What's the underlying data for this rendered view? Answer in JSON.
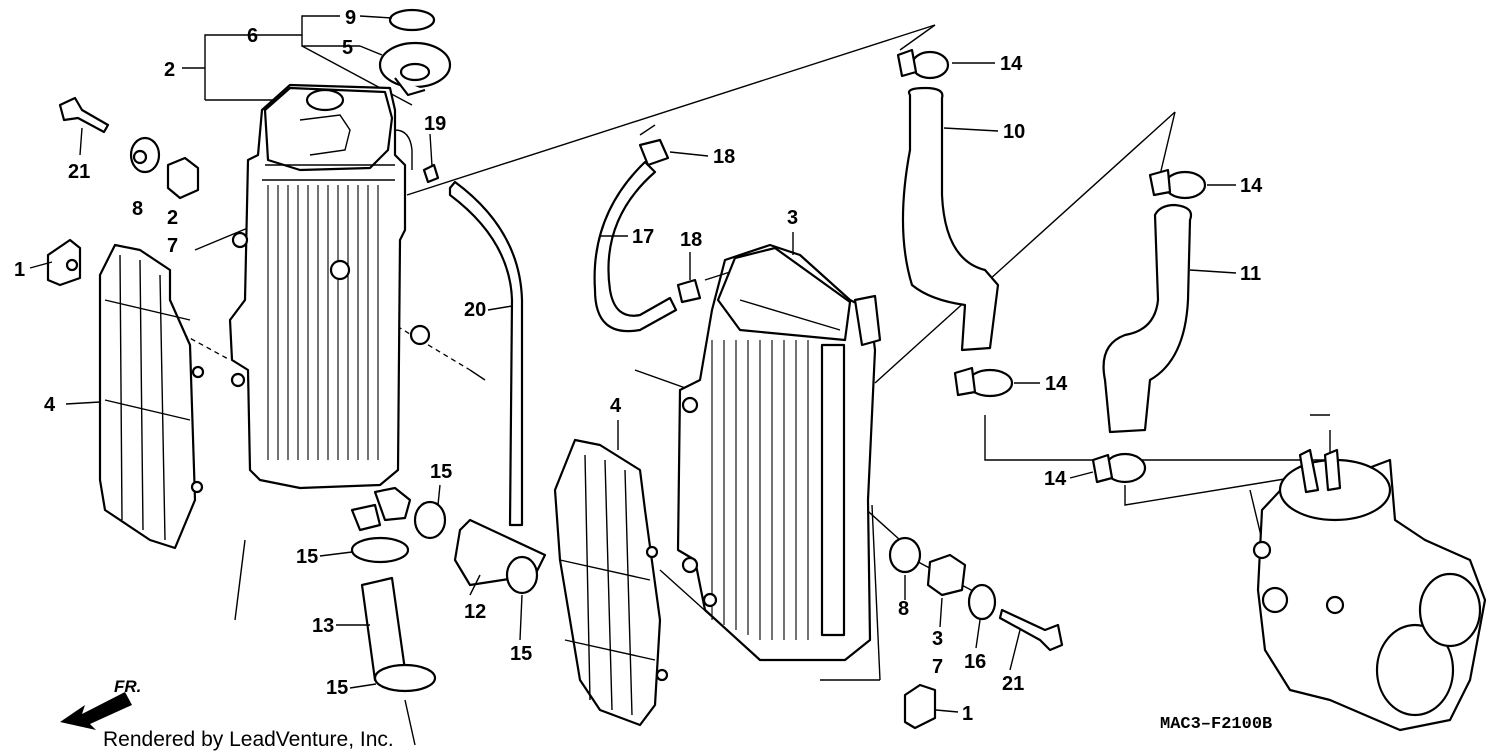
{
  "diagram": {
    "caption": "Rendered by LeadVenture, Inc.",
    "code": "MAC3–F2100B",
    "front_marker": "FR.",
    "labels": {
      "l1a": "1",
      "l1b": "1",
      "l2a": "2",
      "l2b": "2",
      "l3a": "3",
      "l3b": "3",
      "l4a": "4",
      "l4b": "4",
      "l5": "5",
      "l6": "6",
      "l7a": "7",
      "l7b": "7",
      "l8a": "8",
      "l8b": "8",
      "l9": "9",
      "l10": "10",
      "l11": "11",
      "l12": "12",
      "l13": "13",
      "l14a": "14",
      "l14b": "14",
      "l14c": "14",
      "l14d": "14",
      "l15a": "15",
      "l15b": "15",
      "l15c": "15",
      "l15d": "15",
      "l16": "16",
      "l17": "17",
      "l18a": "18",
      "l18b": "18",
      "l19": "19",
      "l20": "20",
      "l21a": "21",
      "l21b": "21"
    }
  }
}
